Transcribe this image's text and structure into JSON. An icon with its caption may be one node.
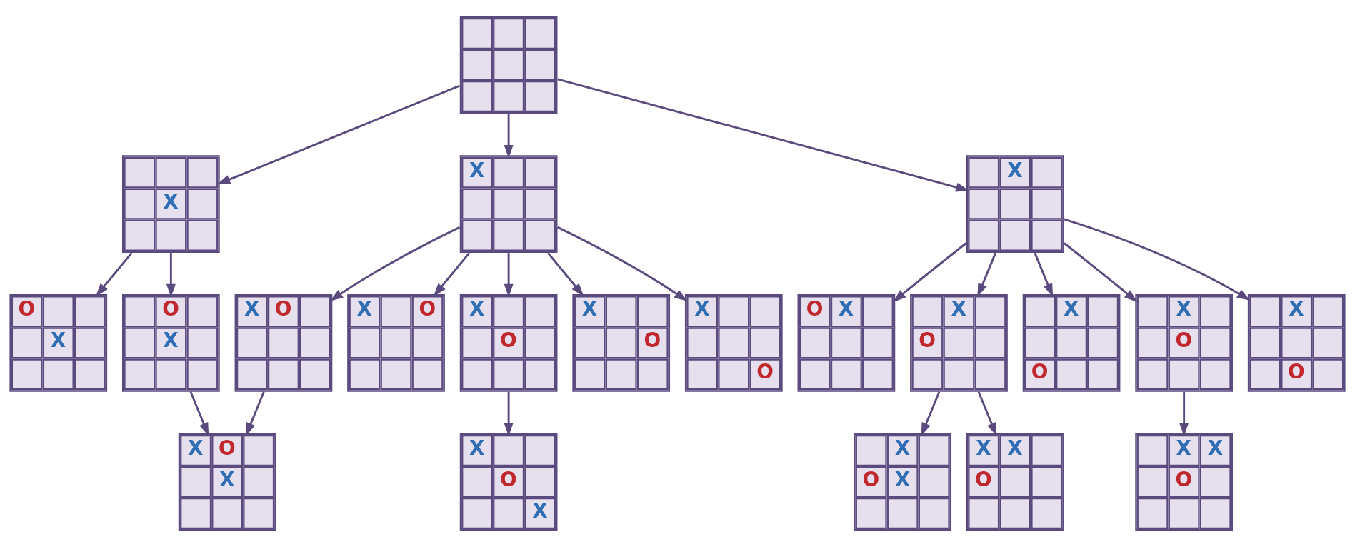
{
  "diagram": {
    "nodes": [
      {
        "text": [],
        "shape": "box"
      },
      {
        "text": [
          "X"
        ]
      },
      {
        "text": [
          "X"
        ]
      },
      {
        "text": [
          "X"
        ]
      },
      {
        "text": [
          "O",
          "X"
        ]
      },
      {
        "text": [
          "O",
          "X"
        ]
      },
      {
        "text": [
          "X",
          "O"
        ]
      },
      {
        "text": [
          "X",
          "O"
        ]
      },
      {
        "text": [
          "X",
          "O"
        ]
      },
      {
        "text": [
          "X",
          "O"
        ]
      },
      {
        "text": [
          "X",
          "O"
        ]
      },
      {
        "text": [
          "O",
          "X"
        ]
      },
      {
        "text": [
          "X",
          "O"
        ]
      },
      {
        "text": [
          "X",
          "O"
        ]
      },
      {
        "text": [
          "X",
          "O"
        ]
      },
      {
        "text": [
          "X",
          "O"
        ]
      },
      {
        "text": [
          "X",
          "O",
          "X"
        ]
      },
      {
        "text": [
          "X",
          "O",
          "X"
        ]
      },
      {
        "text": [
          "X",
          "O",
          "X"
        ]
      },
      {
        "text": [
          "X",
          "X",
          "O"
        ]
      },
      {
        "text": [
          "X",
          "X",
          "O"
        ]
      }
    ],
    "edges": [
      {
        "from": 0,
        "to": 1,
        "arrow": "to"
      },
      {
        "from": 0,
        "to": 2,
        "arrow": "to"
      },
      {
        "from": 0,
        "to": 3,
        "arrow": "to"
      },
      {
        "from": 1,
        "to": 4,
        "arrow": "to"
      },
      {
        "from": 1,
        "to": 5,
        "arrow": "to"
      },
      {
        "from": 2,
        "to": 6,
        "arrow": "to"
      },
      {
        "from": 2,
        "to": 7,
        "arrow": "to"
      },
      {
        "from": 2,
        "to": 8,
        "arrow": "to"
      },
      {
        "from": 2,
        "to": 9,
        "arrow": "to"
      },
      {
        "from": 2,
        "to": 10,
        "arrow": "to"
      },
      {
        "from": 3,
        "to": 11,
        "arrow": "to"
      },
      {
        "from": 3,
        "to": 12,
        "arrow": "to"
      },
      {
        "from": 3,
        "to": 13,
        "arrow": "to"
      },
      {
        "from": 3,
        "to": 14,
        "arrow": "to"
      },
      {
        "from": 3,
        "to": 15,
        "arrow": "to"
      },
      {
        "from": 5,
        "to": 16,
        "arrow": "to"
      },
      {
        "from": 6,
        "to": 16,
        "arrow": "to"
      },
      {
        "from": 8,
        "to": 17,
        "arrow": "to"
      },
      {
        "from": 12,
        "to": 18,
        "arrow": "to"
      },
      {
        "from": 12,
        "to": 19,
        "arrow": "to"
      },
      {
        "from": 14,
        "to": 20,
        "arrow": "to"
      }
    ]
  }
}
